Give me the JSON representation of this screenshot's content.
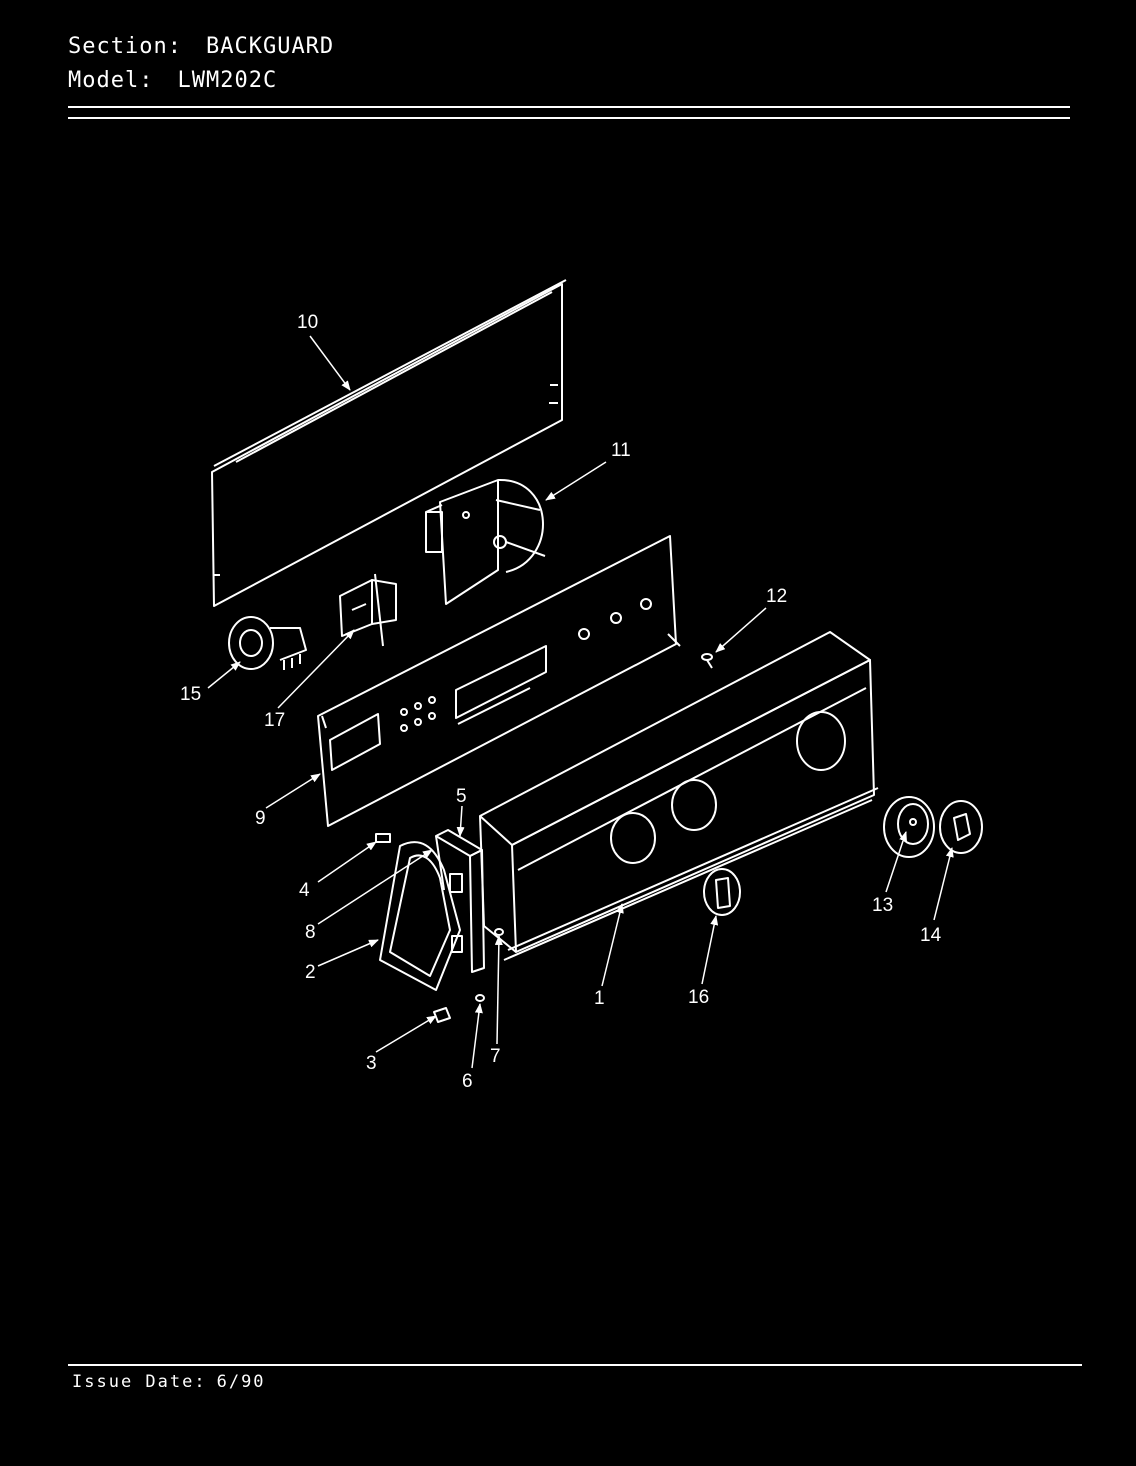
{
  "header": {
    "section_label": "Section:",
    "section_value": "BACKGUARD",
    "model_label": "Model:",
    "model_value": "LWM202C"
  },
  "footer": {
    "issue_label": "Issue Date:",
    "issue_value": "6/90"
  },
  "callouts": [
    "1",
    "2",
    "3",
    "4",
    "5",
    "6",
    "7",
    "8",
    "9",
    "10",
    "11",
    "12",
    "13",
    "14",
    "15",
    "16",
    "17"
  ]
}
